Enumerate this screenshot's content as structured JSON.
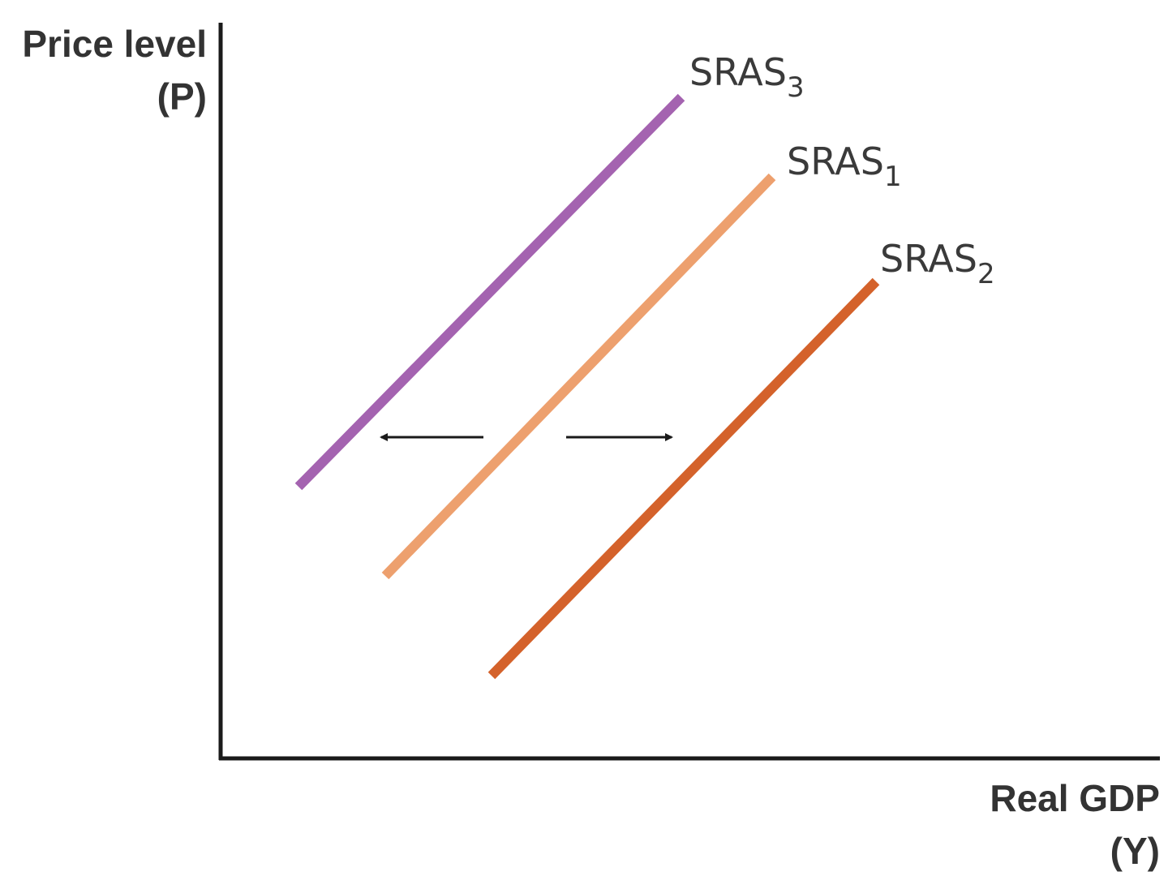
{
  "axes": {
    "y_title_line1": "Price level",
    "y_title_line2": "(P)",
    "x_title_line1": "Real GDP",
    "x_title_line2": "(Y)"
  },
  "curves": [
    {
      "label": "SRAS",
      "subscript": "3",
      "color": "#a463b0"
    },
    {
      "label": "SRAS",
      "subscript": "1",
      "color": "#eda06e"
    },
    {
      "label": "SRAS",
      "subscript": "2",
      "color": "#d4622b"
    }
  ],
  "colors": {
    "axis": "#1a1a1a",
    "arrow": "#1a1a1a"
  },
  "shift_arrows": [
    "left",
    "right"
  ]
}
